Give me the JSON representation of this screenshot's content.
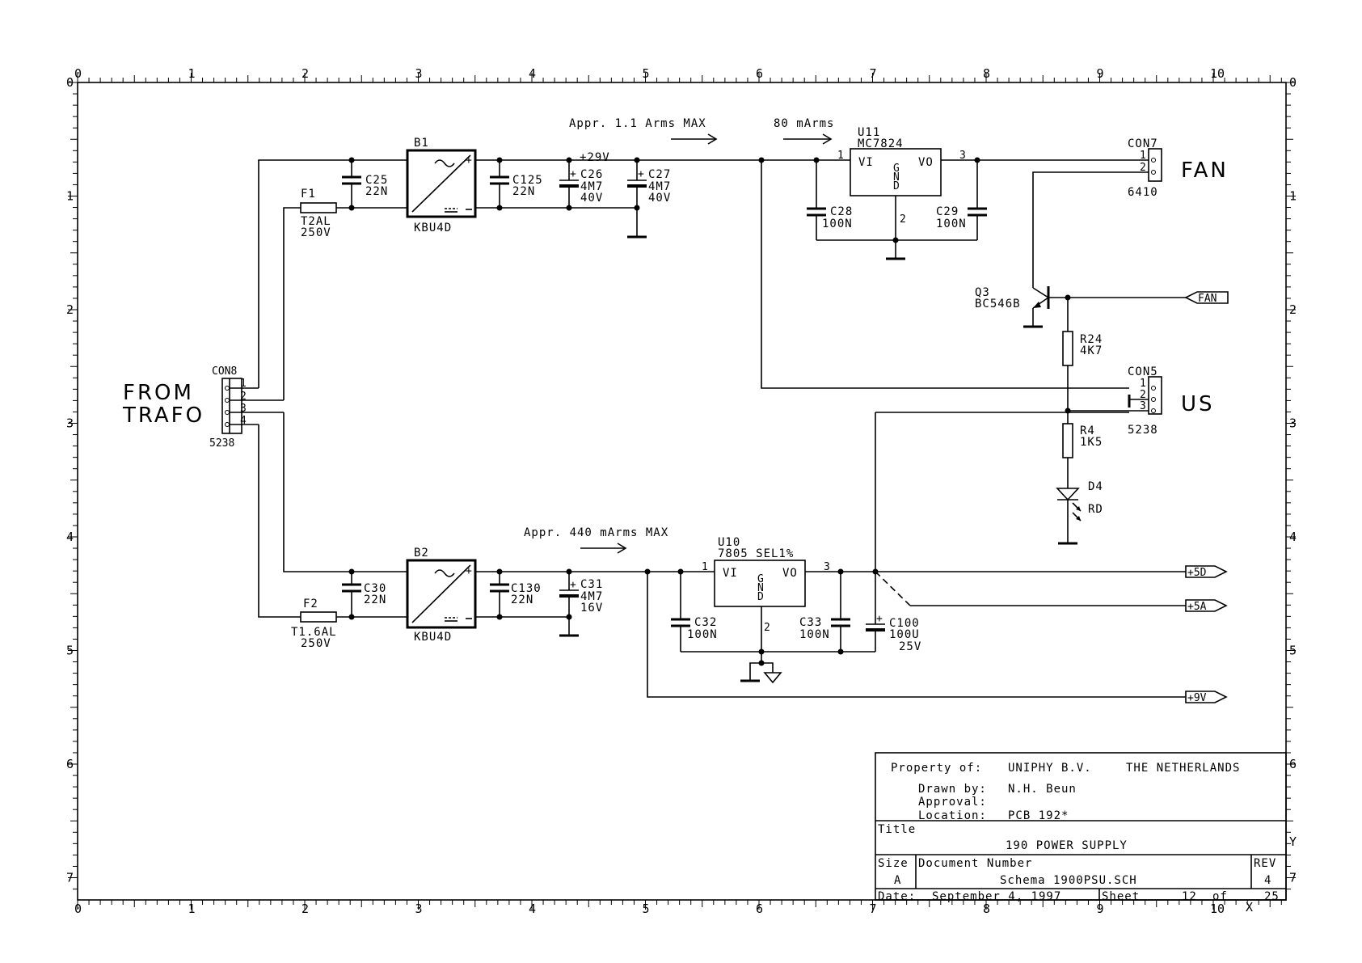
{
  "frame": {
    "col_labels": [
      "0",
      "1",
      "2",
      "3",
      "4",
      "5",
      "6",
      "7",
      "8",
      "9",
      "10"
    ],
    "row_labels": [
      "0",
      "1",
      "2",
      "3",
      "4",
      "5",
      "6",
      "7"
    ],
    "corner_x": "X",
    "corner_y": "Y"
  },
  "annotations": {
    "current_top": "Appr. 1.1 Arms MAX",
    "current_reg": "80 mArms",
    "current_bottom": "Appr. 440 mArms MAX",
    "rail_29v": "+29V"
  },
  "connectors": {
    "con8": {
      "ref": "CON8",
      "part": "5238",
      "pins": [
        "1",
        "2",
        "3",
        "4"
      ],
      "label_1": "FROM",
      "label_2": "TRAFO"
    },
    "con7": {
      "ref": "CON7",
      "part": "6410",
      "pins": [
        "1",
        "2"
      ],
      "label": "FAN"
    },
    "con5": {
      "ref": "CON5",
      "part": "5238",
      "pins": [
        "1",
        "2",
        "3"
      ],
      "label": "US"
    }
  },
  "components": {
    "f1": {
      "ref": "F1",
      "value": "T2AL",
      "rating": "250V"
    },
    "f2": {
      "ref": "F2",
      "value": "T1.6AL",
      "rating": "250V"
    },
    "c25": {
      "ref": "C25",
      "value": "22N"
    },
    "c30": {
      "ref": "C30",
      "value": "22N"
    },
    "b1": {
      "ref": "B1",
      "part": "KBU4D"
    },
    "b2": {
      "ref": "B2",
      "part": "KBU4D"
    },
    "c125": {
      "ref": "C125",
      "value": "22N"
    },
    "c130": {
      "ref": "C130",
      "value": "22N"
    },
    "c26": {
      "ref": "C26",
      "value": "4M7",
      "rating": "40V"
    },
    "c27": {
      "ref": "C27",
      "value": "4M7",
      "rating": "40V"
    },
    "c31": {
      "ref": "C31",
      "value": "4M7",
      "rating": "16V"
    },
    "u11": {
      "ref": "U11",
      "part": "MC7824",
      "vi": "VI",
      "vo": "VO",
      "gnd": [
        "G",
        "N",
        "D"
      ],
      "pin_in": "1",
      "pin_out": "3",
      "pin_gnd": "2"
    },
    "u10": {
      "ref": "U10",
      "part": "7805 SEL1%",
      "vi": "VI",
      "vo": "VO",
      "gnd": [
        "G",
        "N",
        "D"
      ],
      "pin_in": "1",
      "pin_out": "3",
      "pin_gnd": "2"
    },
    "c28": {
      "ref": "C28",
      "value": "100N"
    },
    "c29": {
      "ref": "C29",
      "value": "100N"
    },
    "c32": {
      "ref": "C32",
      "value": "100N"
    },
    "c33": {
      "ref": "C33",
      "value": "100N"
    },
    "c100": {
      "ref": "C100",
      "value": "100U",
      "rating": "25V"
    },
    "q3": {
      "ref": "Q3",
      "part": "BC546B"
    },
    "r24": {
      "ref": "R24",
      "value": "4K7"
    },
    "r4": {
      "ref": "R4",
      "value": "1K5"
    },
    "d4": {
      "ref": "D4",
      "value": "RD"
    }
  },
  "ports": {
    "fan": "FAN",
    "p5d": "+5D",
    "p5a": "+5A",
    "p9v": "+9V"
  },
  "title_block": {
    "property_label": "Property of:",
    "property_value": "UNIPHY B.V.",
    "country": "THE NETHERLANDS",
    "drawn_label": "Drawn by:",
    "drawn_value": "N.H. Beun",
    "approval_label": "Approval:",
    "location_label": "Location:",
    "location_value": "PCB 192*",
    "title_label": "Title",
    "title_value": "190 POWER SUPPLY",
    "size_label": "Size",
    "size_value": "A",
    "docnum_label": "Document Number",
    "docnum_value": "Schema 1900PSU.SCH",
    "rev_label": "REV",
    "rev_value": "4",
    "date_label": "Date:",
    "date_value": "September  4, 1997",
    "sheet_label": "Sheet",
    "sheet_value": "12",
    "of_label": "of",
    "sheet_total": "25"
  }
}
